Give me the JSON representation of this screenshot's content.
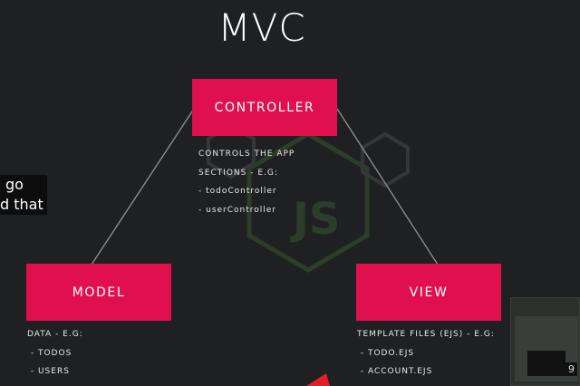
{
  "title": "MVC",
  "nodes": {
    "controller": {
      "label": "CONTROLLER",
      "desc": "CONTROLS THE APP\nSECTIONS - E.G:\n- todoController\n- userController"
    },
    "model": {
      "label": "MODEL",
      "desc": "DATA - E.G:\n - TODOS\n - USERS"
    },
    "view": {
      "label": "VIEW",
      "desc": "TEMPLATE FILES (EJS) - E.G:\n - TODO.EJS\n - ACCOUNT.EJS"
    }
  },
  "caption": {
    "line1": "go",
    "line2": "d that"
  },
  "thumbnail": {
    "number": "9"
  },
  "colors": {
    "background": "#1f2021",
    "box": "#e0104f",
    "connector": "#8a8a8a"
  }
}
